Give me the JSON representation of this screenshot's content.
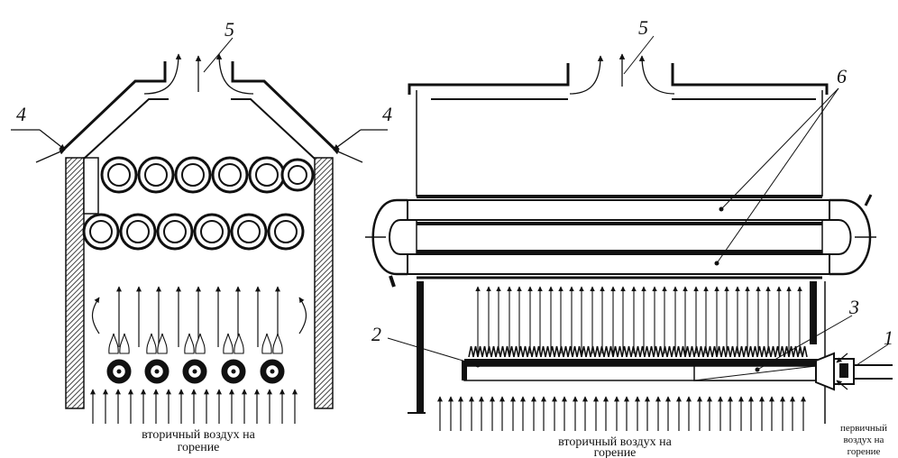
{
  "labels": {
    "n1": "1",
    "n2": "2",
    "n3": "3",
    "n4_left": "4",
    "n4_right": "4",
    "n5_left": "5",
    "n5_right": "5",
    "n6": "6"
  },
  "captions": {
    "left_line1": "вторичный воздух на",
    "left_line2": "горение",
    "right_line1": "вторичный воздух на",
    "right_line2": "горение",
    "primary_line1": "первичный",
    "primary_line2": "воздух на",
    "primary_line3": "горение"
  },
  "colors": {
    "ink": "#111111",
    "hatch": "#555555",
    "background": "#ffffff"
  }
}
